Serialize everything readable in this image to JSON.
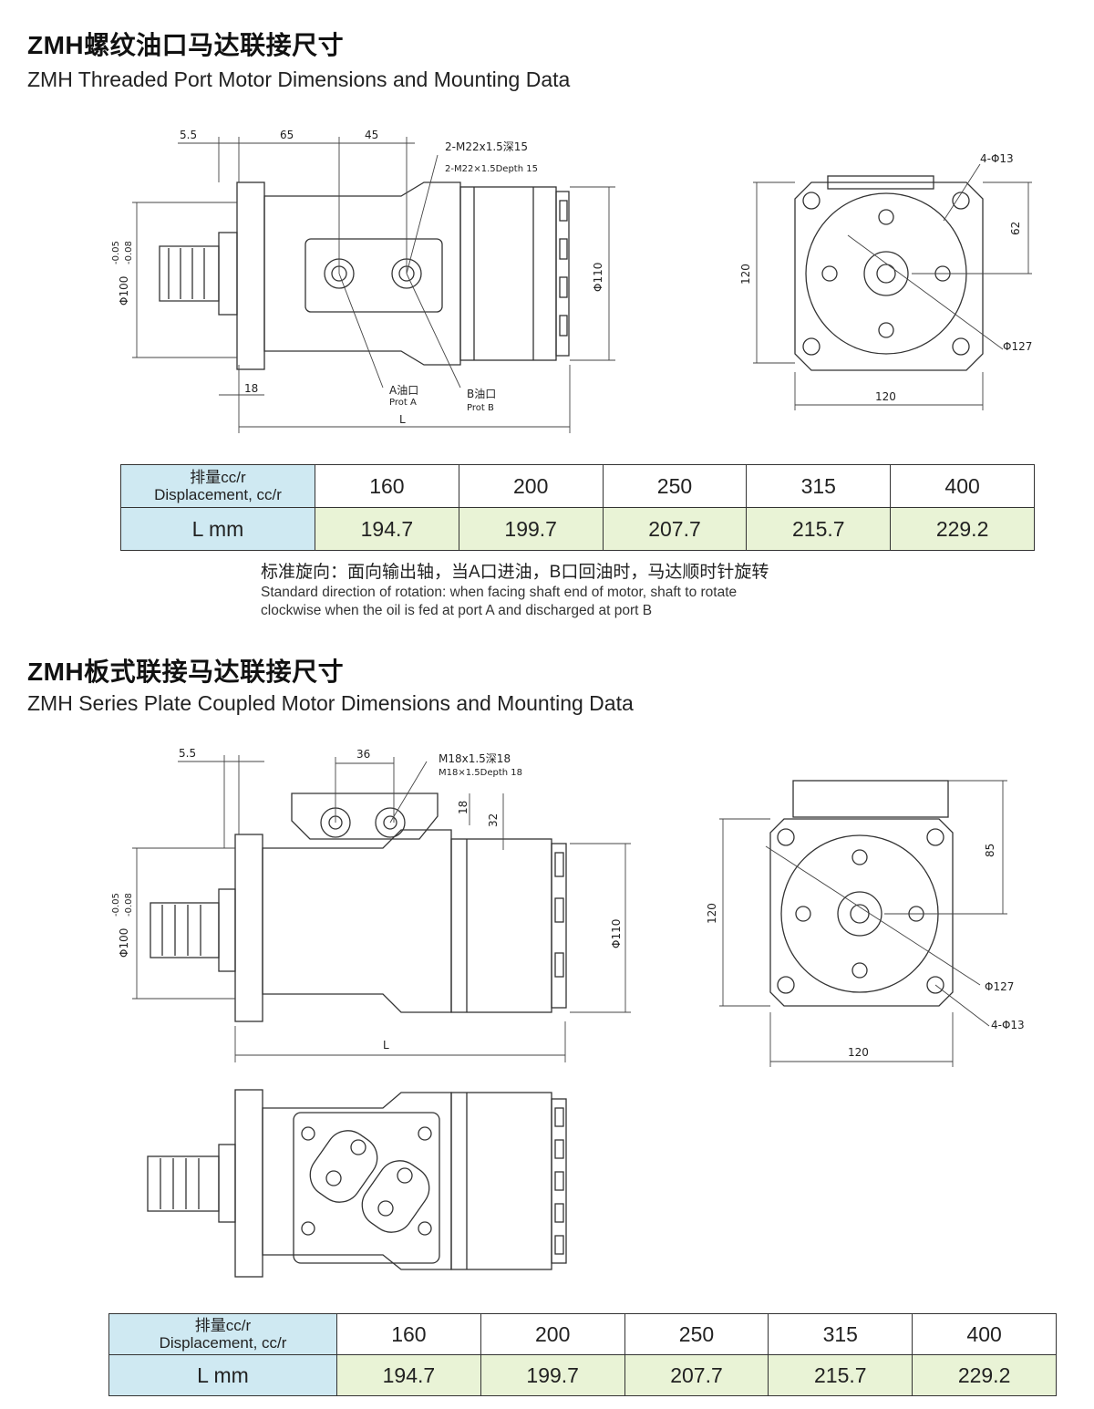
{
  "section1": {
    "title_cn": "ZMH螺纹油口马达联接尺寸",
    "title_en": "ZMH Threaded Port Motor Dimensions and Mounting Data",
    "dims": {
      "d1": "5.5",
      "d2": "65",
      "d3": "45",
      "port_thread_cn": "2-M22x1.5深15",
      "port_thread_en": "2-M22×1.5Depth 15",
      "shaft_dia": "Φ100",
      "shaft_tol_top": "-0.05",
      "shaft_tol_bot": "-0.08",
      "body_dia": "Φ110",
      "flange_th": "18",
      "length": "L",
      "port_a_cn": "A油口",
      "port_a_en": "Prot A",
      "port_b_cn": "B油口",
      "port_b_en": "Prot B",
      "holes": "4-Φ13",
      "center_h": "62",
      "height": "120",
      "width": "120",
      "pcd": "Φ127"
    },
    "table": {
      "header_cn": "排量cc/r",
      "header_en": "Displacement, cc/r",
      "row_label": "L mm",
      "displacements": [
        "160",
        "200",
        "250",
        "315",
        "400"
      ],
      "lengths": [
        "194.7",
        "199.7",
        "207.7",
        "215.7",
        "229.2"
      ]
    },
    "note_cn": "标准旋向：面向输出轴，当A口进油，B口回油时，马达顺时针旋转",
    "note_en_1": "Standard direction of rotation: when facing shaft end of motor, shaft to rotate",
    "note_en_2": "clockwise when  the oil is fed at port A and discharged at port B"
  },
  "section2": {
    "title_cn": "ZMH板式联接马达联接尺寸",
    "title_en": "ZMH Series Plate Coupled Motor Dimensions and Mounting Data",
    "dims": {
      "d1": "5.5",
      "d2": "36",
      "port_thread_cn": "M18x1.5深18",
      "port_thread_en": "M18×1.5Depth 18",
      "h1": "18",
      "h2": "32",
      "shaft_dia": "Φ100",
      "shaft_tol_top": "-0.05",
      "shaft_tol_bot": "-0.08",
      "body_dia": "Φ110",
      "length": "L",
      "center_h": "85",
      "height": "120",
      "pcd": "Φ127",
      "holes": "4-Φ13",
      "width": "120"
    },
    "table": {
      "header_cn": "排量cc/r",
      "header_en": "Displacement, cc/r",
      "row_label": "L mm",
      "displacements": [
        "160",
        "200",
        "250",
        "315",
        "400"
      ],
      "lengths": [
        "194.7",
        "199.7",
        "207.7",
        "215.7",
        "229.2"
      ]
    }
  }
}
